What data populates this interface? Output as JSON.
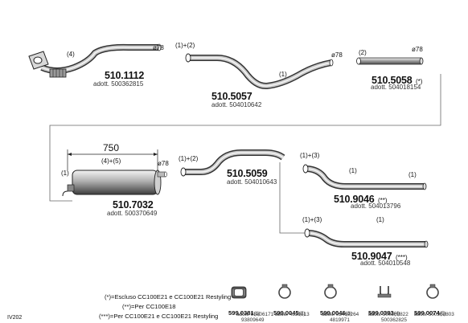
{
  "parts": {
    "p1": {
      "code": "510.1112",
      "adott": "adott. 500362815",
      "note": "(4)",
      "dia": "ø78"
    },
    "p2": {
      "code": "510.5057",
      "adott": "adott. 504010642",
      "note_a": "(1)+(2)",
      "note_b": "(1)",
      "dia": "ø78"
    },
    "p3": {
      "code": "510.5058",
      "suffix": "(*)",
      "adott": "adott. 504018154",
      "note": "(2)",
      "dia": "ø78"
    },
    "p4": {
      "code": "510.7032",
      "adott": "adott. 500370649",
      "length": "750",
      "note_a": "(4)+(5)",
      "note_b": "(1)",
      "dia": "ø78"
    },
    "p5": {
      "code": "510.5059",
      "adott": "adott. 504010643",
      "note": "(1)+(2)"
    },
    "p6": {
      "code": "510.9046",
      "suffix": "(**)",
      "adott": "adott. 504013796",
      "note_a": "(1)+(3)",
      "note_b": "(1)",
      "note_c": "(1)"
    },
    "p7": {
      "code": "510.9047",
      "suffix": "(***)",
      "adott": "adott. 504010548",
      "note_a": "(1)+(3)",
      "note_b": "(1)"
    }
  },
  "legend": {
    "l1": "(*)=Escluso CC100E21 e CC100E21 Restyling",
    "l2": "(**)=Per CC100E18",
    "l3": "(***)=Per CC100E21 e CC100E21 Restyling"
  },
  "small_parts": [
    {
      "code": "599.0381",
      "idx": "(1)",
      "a1": "adott. 93806171",
      "a2": "93809649",
      "icon": "gasket-icon"
    },
    {
      "code": "599.0045",
      "idx": "(2)",
      "a1": "adott. 4839513",
      "a2": "",
      "icon": "clamp-ring-icon"
    },
    {
      "code": "599.0046",
      "idx": "(3)",
      "a1": "adott. 02469264",
      "a2": "4819971",
      "icon": "clamp-ring-icon"
    },
    {
      "code": "599.0383",
      "idx": "(4)",
      "a1": "adott. 500362822",
      "a2": "500362825",
      "icon": "u-bolt-clamp-icon"
    },
    {
      "code": "599.0074",
      "idx": "(5)",
      "a1": "adott. 500362803",
      "a2": "",
      "icon": "clamp-ring-icon"
    }
  ],
  "footer": {
    "ref": "IV202"
  }
}
